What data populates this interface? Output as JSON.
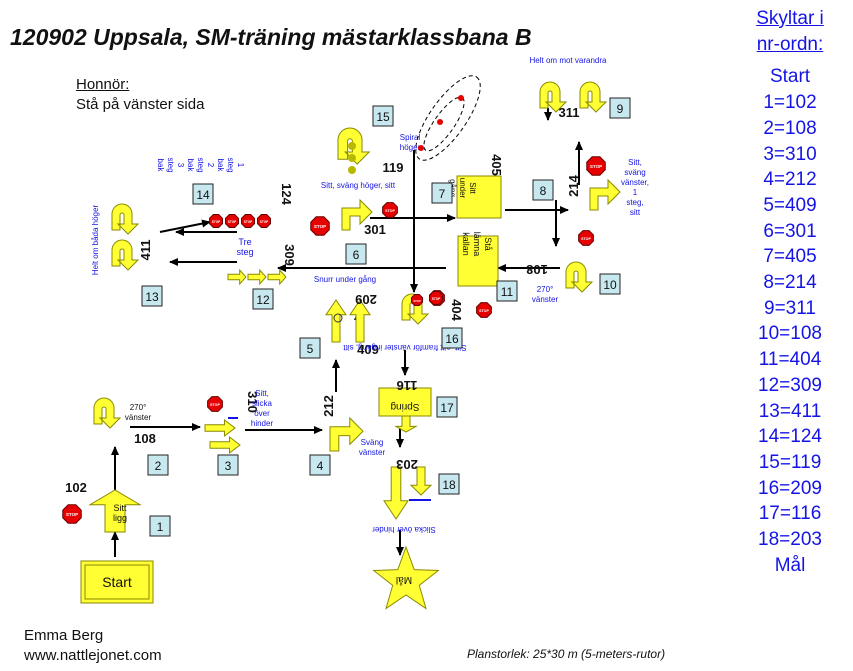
{
  "header": {
    "title": "120902 Uppsala, SM-träning mästarklassbana B",
    "honnor_heading": "Honnör:",
    "honnor_text": "Stå på vänster sida"
  },
  "legend": {
    "heading_1": "Skyltar i",
    "heading_2": "nr-ordn:",
    "items": [
      "Start",
      "1=102",
      "2=108",
      "3=310",
      "4=212",
      "5=409",
      "6=301",
      "7=405",
      "8=214",
      "9=311",
      "10=108",
      "11=404",
      "12=309",
      "13=411",
      "14=124",
      "15=119",
      "16=209",
      "17=116",
      "18=203",
      "Mål"
    ]
  },
  "footer": {
    "author": "Emma Berg",
    "website": "www.nattlejonet.com",
    "plansize": "Planstorlek: 25*30 m (5-meters-rutor)"
  },
  "colors": {
    "sign_fill": "#ffff33",
    "sign_stroke": "#8a8a00",
    "stop_red": "#e60000",
    "station_box": "#c8e8f0",
    "legend_blue": "#1414e6"
  },
  "course": {
    "station_numbers": [
      "1",
      "2",
      "3",
      "4",
      "5",
      "6",
      "7",
      "8",
      "9",
      "10",
      "11",
      "12",
      "13",
      "14",
      "15",
      "16",
      "17",
      "18"
    ],
    "sign_numbers": [
      "102",
      "108",
      "310",
      "212",
      "409",
      "301",
      "405",
      "214",
      "311",
      "108",
      "404",
      "309",
      "411",
      "124",
      "119",
      "209",
      "116",
      "203"
    ],
    "start_label": "Start",
    "goal_label": "Mål",
    "stop_text": "STOP",
    "text_labels": {
      "sitt_ligg": "Sitt ligg",
      "vanster_270_a": "270° vänster",
      "vanster_270_b": "270° vänster",
      "sitt_slicka": "Sitt, slicka över hinder",
      "svang_vanster": "Sväng vänster",
      "snurr": "Snurr under gång",
      "sitt_svang_hoger": "Sitt, sväng höger, sitt",
      "spiral": "Spiral höger",
      "helt_om_mot": "Helt om mot varandra",
      "sitt_svang_vanster": "Sitt, sväng vänster, 1 steg, sitt",
      "steg_bak": "1 steg bak 2 steg bak 3 steg bak",
      "helt_om_bada": "Helt om båda höger",
      "tre_steg": "Tre steg",
      "sitt_framfor": "Sitt, sitt framför vänster ingång, sitt",
      "under_gang": "Sitt under gång",
      "sta_lamna": "Stå lämna kallan",
      "spring": "Spring",
      "slicka": "Slicka över hinder"
    }
  }
}
